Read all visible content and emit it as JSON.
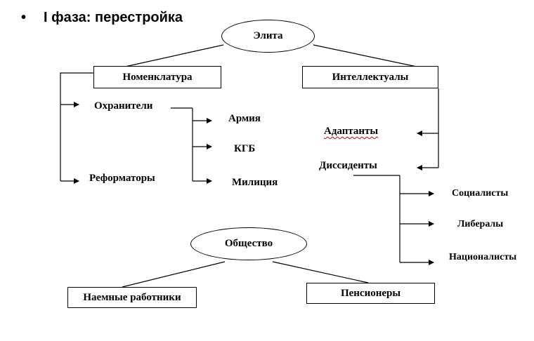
{
  "slide": {
    "bullet": "•",
    "title": "I фаза: перестройка"
  },
  "diagram": {
    "elite": "Элита",
    "nomenklatura": "Номенклатура",
    "intellectuals": "Интеллектуалы",
    "guardians": "Охранители",
    "reformers": "Реформаторы",
    "army": "Армия",
    "kgb": "КГБ",
    "police": "Милиция",
    "adaptants": "Адаптанты",
    "dissidents": "Диссиденты",
    "socialists": "Социалисты",
    "liberals": "Либералы",
    "nationalists": "Националисты",
    "society": "Общество",
    "employees": "Наемные работники",
    "pensioners": "Пенсионеры"
  }
}
